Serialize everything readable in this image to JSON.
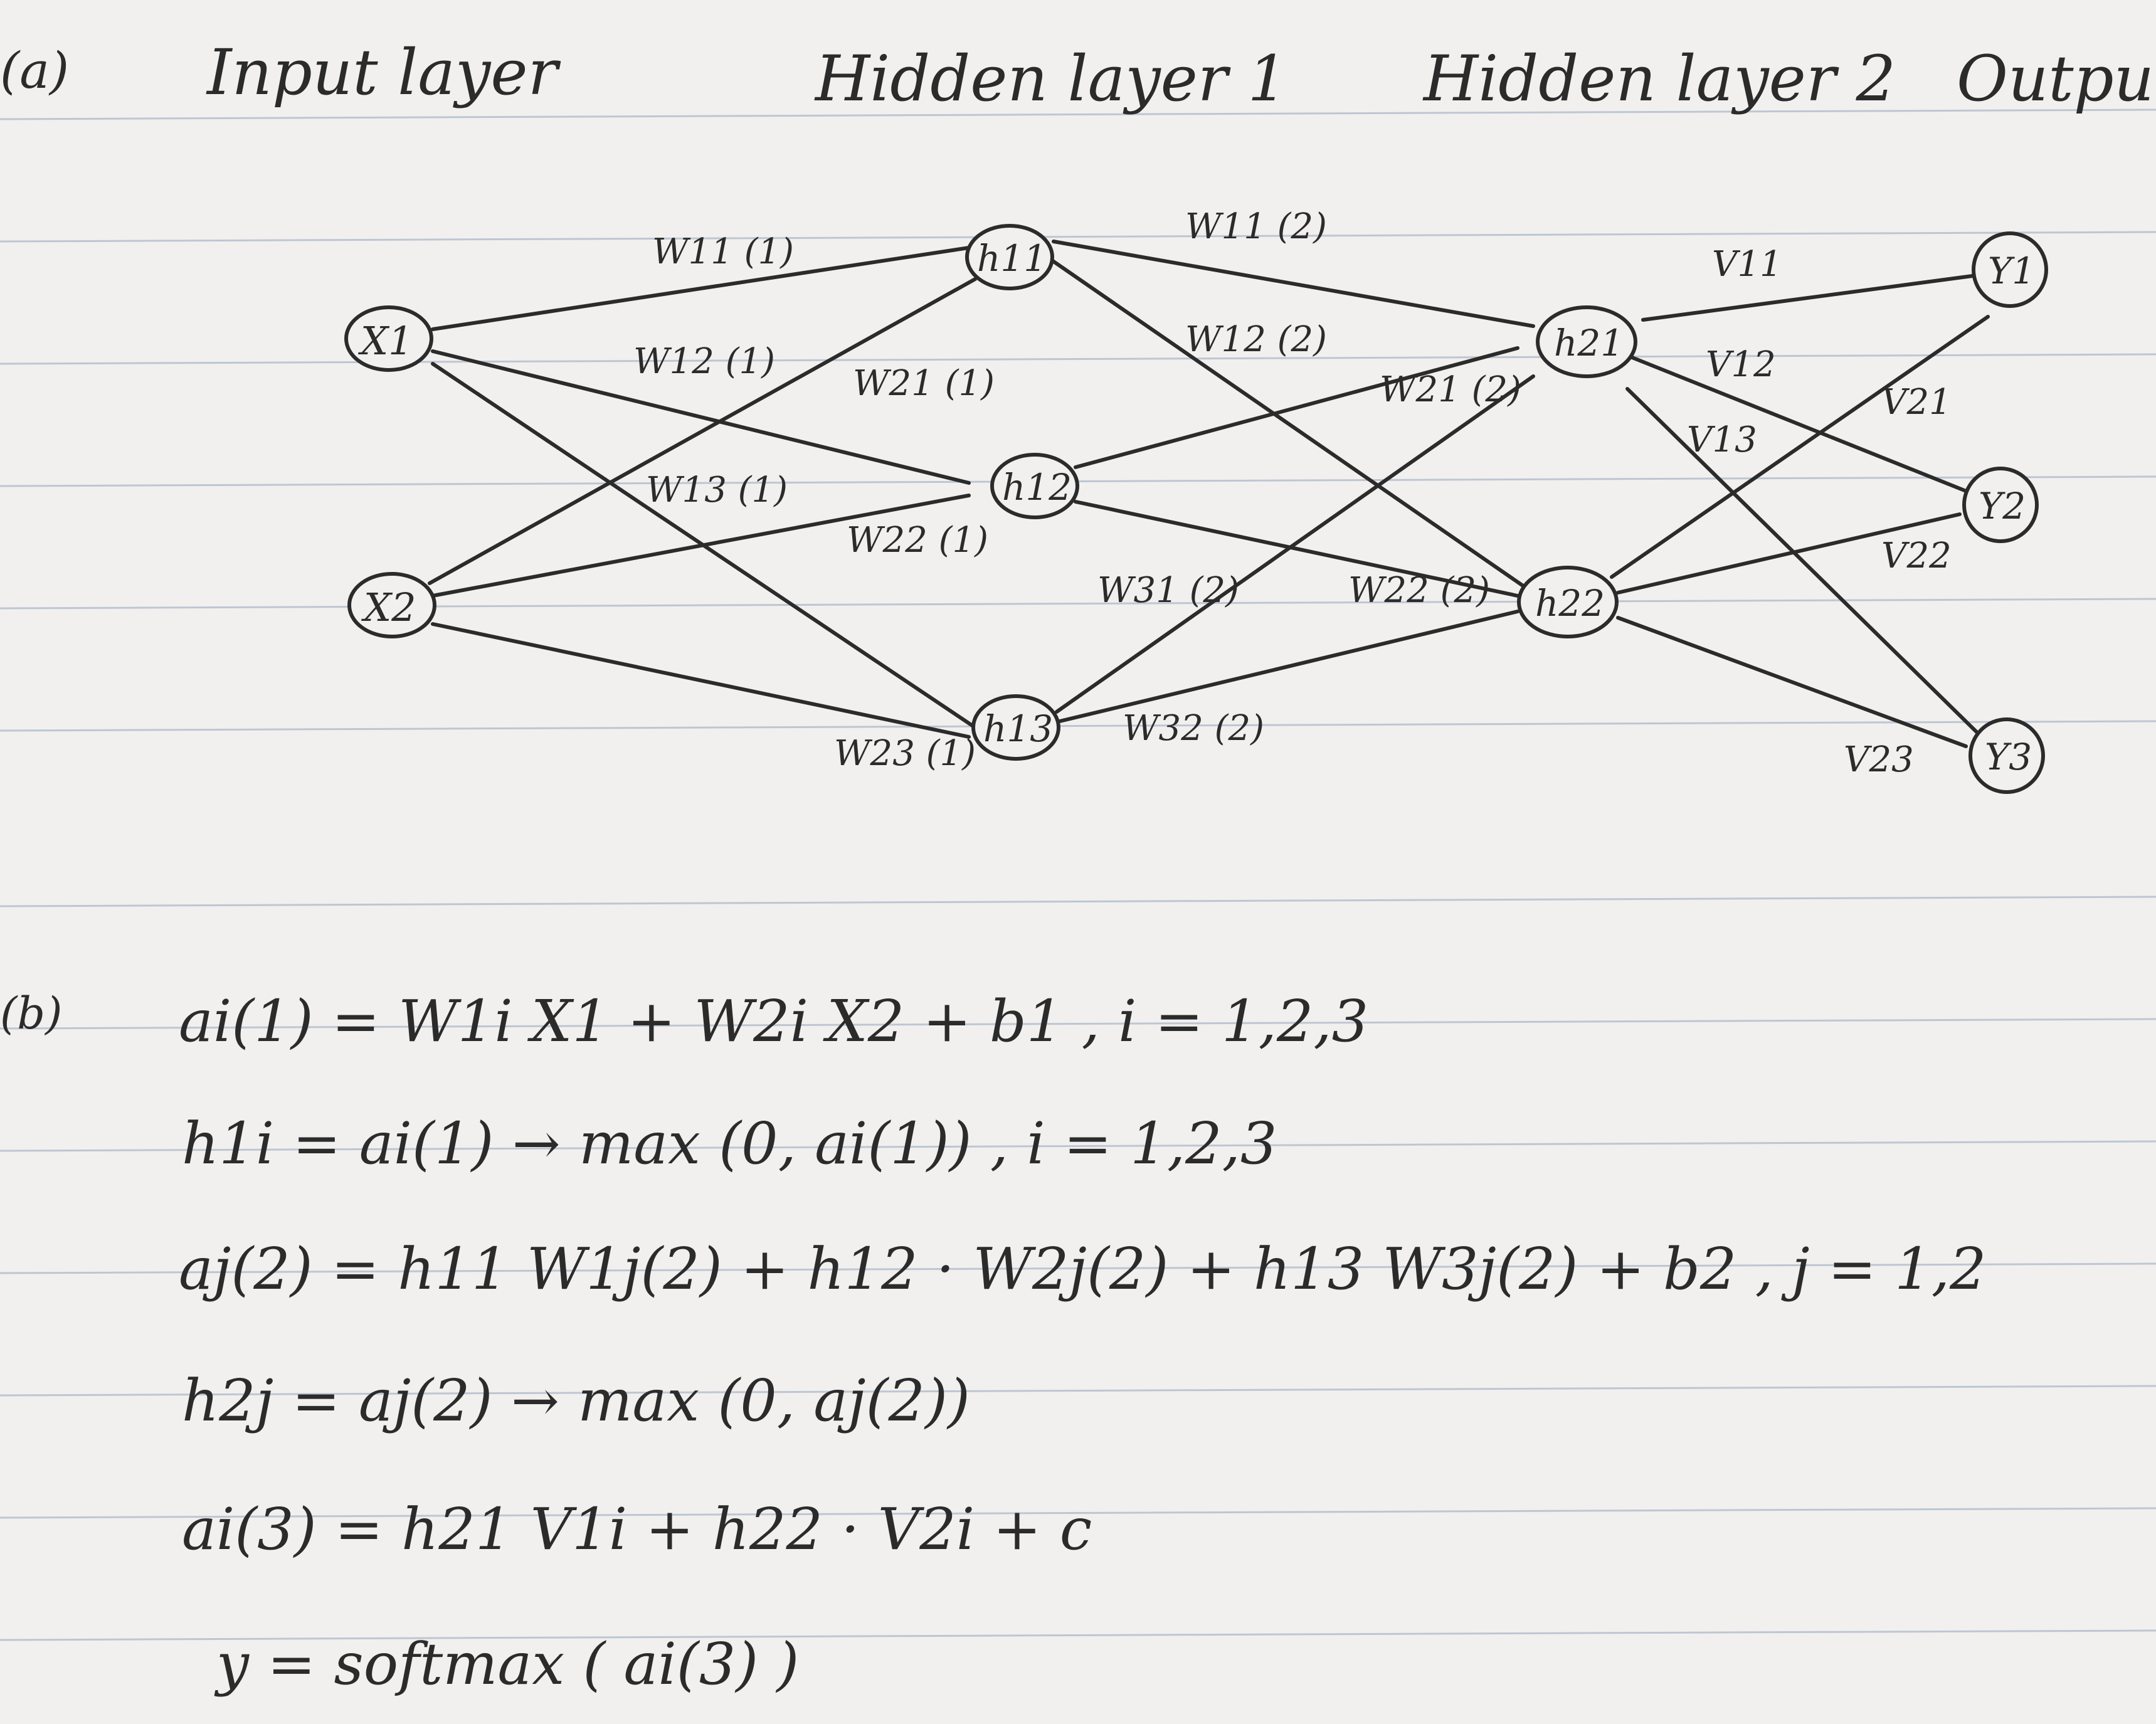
{
  "part_a": {
    "label": "(a)",
    "layers": [
      "Input layer",
      "Hidden layer 1",
      "Hidden layer 2",
      "Output"
    ]
  },
  "nodes": {
    "x1": "X1",
    "x2": "X2",
    "h11": "h11",
    "h12": "h12",
    "h13": "h13",
    "h21": "h21",
    "h22": "h22",
    "y1": "Y1",
    "y2": "Y2",
    "y3": "Y3"
  },
  "weights": {
    "w11_1": "W11 (1)",
    "w12_1": "W12 (1)",
    "w13_1": "W13 (1)",
    "w21_1": "W21 (1)",
    "w22_1": "W22 (1)",
    "w23_1": "W23 (1)",
    "w11_2": "W11 (2)",
    "w12_2": "W12 (2)",
    "w21_2": "W21 (2)",
    "w22_2": "W22 (2)",
    "w31_2": "W31 (2)",
    "w32_2": "W32 (2)",
    "v11": "V11",
    "v12": "V12",
    "v13": "V13",
    "v21": "V21",
    "v22": "V22",
    "v23": "V23"
  },
  "part_b": {
    "label": "(b)",
    "lines": [
      "ai(1) = W1i X1 + W2i X2 + b1 ,   i = 1,2,3",
      "h1i = ai(1) → max (0, ai(1))   ,   i = 1,2,3",
      "aj(2) = h11 W1j(2) + h12 · W2j(2) + h13 W3j(2) + b2 , j = 1,2",
      "h2j = aj(2) → max (0, aj(2))",
      "ai(3) = h21 V1i + h22 · V2i + c",
      "y = softmax ( ai(3) )"
    ]
  },
  "colors": {
    "ink": "#2b2b2b",
    "paper": "#f1f0ee",
    "rule": "#a9b5c9",
    "margin": "#c9a9a9"
  }
}
